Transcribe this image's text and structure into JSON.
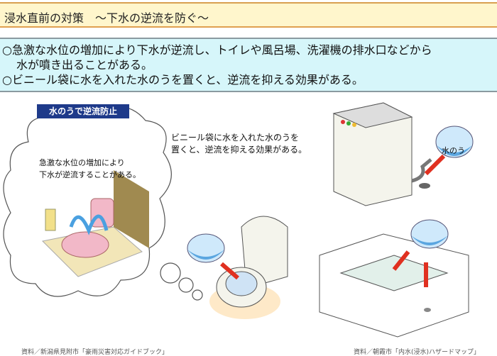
{
  "title": "浸水直前の対策　～下水の逆流を防ぐ～",
  "bullets": [
    "○急激な水位の増加により下水が逆流し、トイレや風呂場、洗濯機の排水口などから",
    "水が噴き出ることがある。",
    "○ビニール袋に水を入れた水のうを置くと、逆流を抑える効果がある。"
  ],
  "badge": "水のうで逆流防止",
  "cloud_text": [
    "急激な水位の増加により",
    "下水が逆流することがある。"
  ],
  "center_text": [
    "ビニール袋に水を入れた水のうを",
    "置くと、逆流を抑える効果がある。"
  ],
  "bag_label": "水のう",
  "sources": [
    "資料／新潟県見附市「豪雨災害対応ガイドブック」",
    "資料／朝霞市「内水(浸水)ハザードマップ」"
  ]
}
